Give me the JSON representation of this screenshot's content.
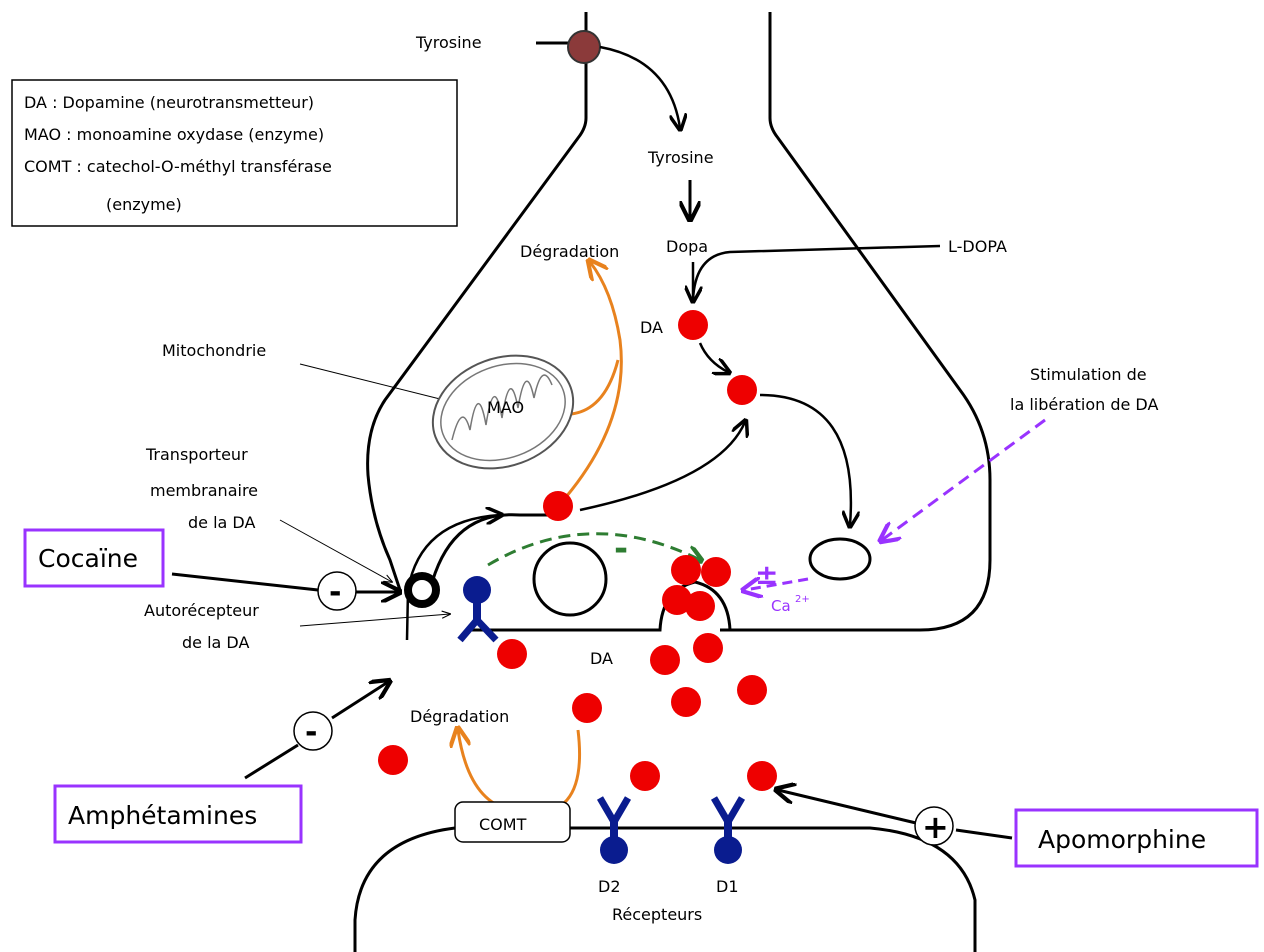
{
  "legend": {
    "line1": "DA : Dopamine (neurotransmetteur)",
    "line2": "MAO : monoamine oxydase (enzyme)",
    "line3": "COMT : catechol-O-méthyl transférase",
    "line4": "(enzyme)"
  },
  "labels": {
    "tyrosine_top": "Tyrosine",
    "tyrosine_inner": "Tyrosine",
    "dopa": "Dopa",
    "l_dopa": "L-DOPA",
    "da_synth": "DA",
    "degradation_top": "Dégradation",
    "mitochondrie": "Mitochondrie",
    "mao": "MAO",
    "stimulation_1": "Stimulation de",
    "stimulation_2": "la libération de DA",
    "transporteur_1": "Transporteur",
    "transporteur_2": "membranaire",
    "transporteur_3": "de la DA",
    "autorecepteur_1": "Autorécepteur",
    "autorecepteur_2": "de la DA",
    "da_cleft": "DA",
    "degradation_bottom": "Dégradation",
    "comt": "COMT",
    "d2": "D2",
    "d1": "D1",
    "recepteurs": "Récepteurs",
    "ca": "Ca",
    "ca_sup": "2+"
  },
  "drugs": {
    "cocaine": "Cocaïne",
    "amphetamines": "Amphétamines",
    "apomorphine": "Apomorphine"
  },
  "signs": {
    "minus": "-",
    "plus": "+",
    "plusminus": "±"
  },
  "colors": {
    "dopamine": "#ee0000",
    "tyrosine_dot": "#8b3a3a",
    "degradation_arrow": "#e8821e",
    "inhibition_arrow": "#2e7d32",
    "stimulation_arrow": "#9933ff",
    "drug_box_border": "#9933ff",
    "receptor": "#0a1c8f"
  }
}
